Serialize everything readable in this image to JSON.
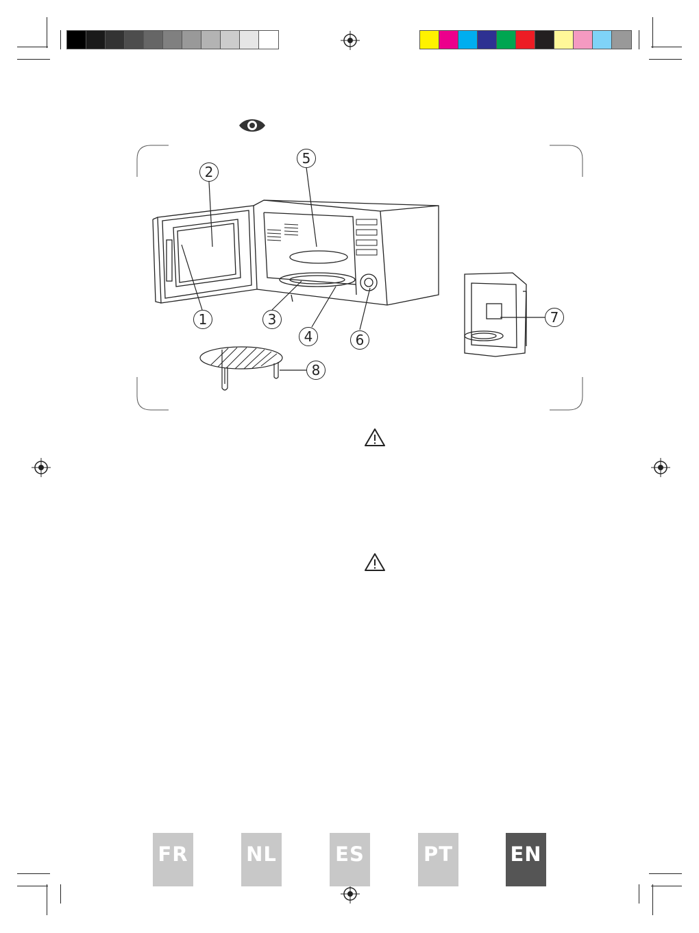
{
  "registration": {
    "grey_swatches": [
      "#000000",
      "#1a1a1a",
      "#333333",
      "#4d4d4d",
      "#666666",
      "#808080",
      "#999999",
      "#b3b3b3",
      "#cccccc",
      "#e6e6e6",
      "#ffffff"
    ],
    "color_swatches": [
      "#fff200",
      "#ec008c",
      "#00aeef",
      "#2e3192",
      "#00a651",
      "#ed1c24",
      "#231f20",
      "#fff799",
      "#f49ac1",
      "#7fd3f7",
      "#999999"
    ]
  },
  "figure": {
    "icon": "eye-icon",
    "callouts": [
      "1",
      "2",
      "3",
      "4",
      "5",
      "6",
      "7",
      "8"
    ]
  },
  "warnings": {
    "icon": "warning-triangle-icon"
  },
  "language_tabs": [
    {
      "label": "FR",
      "active": false,
      "color": "#c8c8c8"
    },
    {
      "label": "NL",
      "active": false,
      "color": "#c8c8c8"
    },
    {
      "label": "ES",
      "active": false,
      "color": "#c8c8c8"
    },
    {
      "label": "PT",
      "active": false,
      "color": "#c8c8c8"
    },
    {
      "label": "EN",
      "active": true,
      "color": "#555555"
    }
  ]
}
